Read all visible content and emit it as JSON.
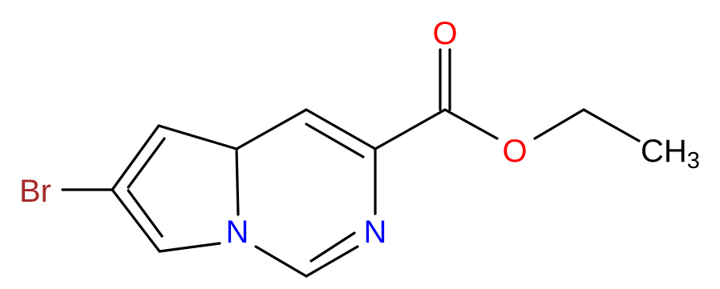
{
  "molecule": {
    "atoms": {
      "br": {
        "symbol": "Br",
        "color": "#a52a2a"
      },
      "n_bridge": {
        "symbol": "N",
        "color": "#0000ff"
      },
      "n_ring": {
        "symbol": "N",
        "color": "#0000ff"
      },
      "o_carbonyl": {
        "symbol": "O",
        "color": "#ff0000"
      },
      "o_ester": {
        "symbol": "O",
        "color": "#ff0000"
      },
      "methyl": {
        "symbol": "CH",
        "subscript": "3",
        "color": "#000000"
      }
    },
    "bond_color": "#000000"
  }
}
